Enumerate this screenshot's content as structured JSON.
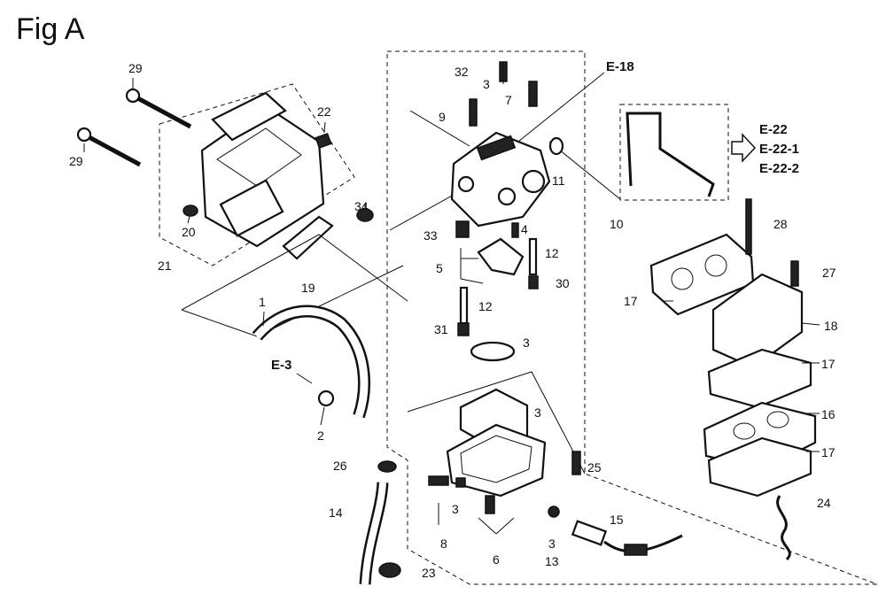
{
  "figure": {
    "title": "Fig A"
  },
  "callouts": [
    {
      "id": "c29a",
      "text": "29"
    },
    {
      "id": "c29b",
      "text": "29"
    },
    {
      "id": "c22",
      "text": "22"
    },
    {
      "id": "c20",
      "text": "20"
    },
    {
      "id": "c21",
      "text": "21"
    },
    {
      "id": "c19",
      "text": "19"
    },
    {
      "id": "c34",
      "text": "34"
    },
    {
      "id": "c1",
      "text": "1"
    },
    {
      "id": "c2",
      "text": "2"
    },
    {
      "id": "c32",
      "text": "32"
    },
    {
      "id": "c3a",
      "text": "3"
    },
    {
      "id": "c7",
      "text": "7"
    },
    {
      "id": "c9",
      "text": "9"
    },
    {
      "id": "c11",
      "text": "11"
    },
    {
      "id": "c33",
      "text": "33"
    },
    {
      "id": "c4",
      "text": "4"
    },
    {
      "id": "c5",
      "text": "5"
    },
    {
      "id": "c12a",
      "text": "12"
    },
    {
      "id": "c30",
      "text": "30"
    },
    {
      "id": "c12b",
      "text": "12"
    },
    {
      "id": "c31",
      "text": "31"
    },
    {
      "id": "c3b",
      "text": "3"
    },
    {
      "id": "c3c",
      "text": "3"
    },
    {
      "id": "c10",
      "text": "10"
    },
    {
      "id": "c26",
      "text": "26"
    },
    {
      "id": "c25",
      "text": "25"
    },
    {
      "id": "c14",
      "text": "14"
    },
    {
      "id": "c3d",
      "text": "3"
    },
    {
      "id": "c8",
      "text": "8"
    },
    {
      "id": "c6",
      "text": "6"
    },
    {
      "id": "c3e",
      "text": "3"
    },
    {
      "id": "c13",
      "text": "13"
    },
    {
      "id": "c15",
      "text": "15"
    },
    {
      "id": "c23",
      "text": "23"
    },
    {
      "id": "c28",
      "text": "28"
    },
    {
      "id": "c27",
      "text": "27"
    },
    {
      "id": "c17a",
      "text": "17"
    },
    {
      "id": "c18",
      "text": "18"
    },
    {
      "id": "c17b",
      "text": "17"
    },
    {
      "id": "c16",
      "text": "16"
    },
    {
      "id": "c17c",
      "text": "17"
    },
    {
      "id": "c24",
      "text": "24"
    }
  ],
  "references": [
    {
      "id": "r-e18",
      "text": "E-18"
    },
    {
      "id": "r-e3",
      "text": "E-3"
    },
    {
      "id": "r-e22",
      "text": "E-22"
    },
    {
      "id": "r-e22-1",
      "text": "E-22-1"
    },
    {
      "id": "r-e22-2",
      "text": "E-22-2"
    }
  ]
}
